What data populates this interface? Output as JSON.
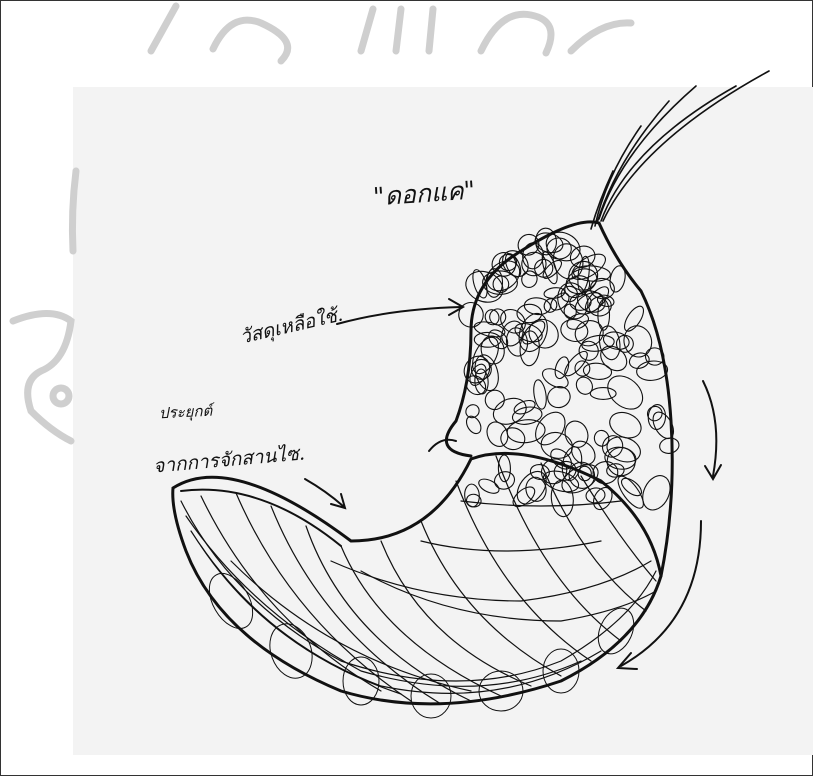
{
  "sketch": {
    "title": "\"ดอกแค\"",
    "label_material": "วัสดุเหลือใช้.",
    "label_apply_line1": "ประยุกต์",
    "label_apply_line2": "จากการจักสานไซ."
  },
  "colors": {
    "ink": "#111111",
    "paper": "#f3f3f3",
    "watermark": "#cfcfcf"
  }
}
